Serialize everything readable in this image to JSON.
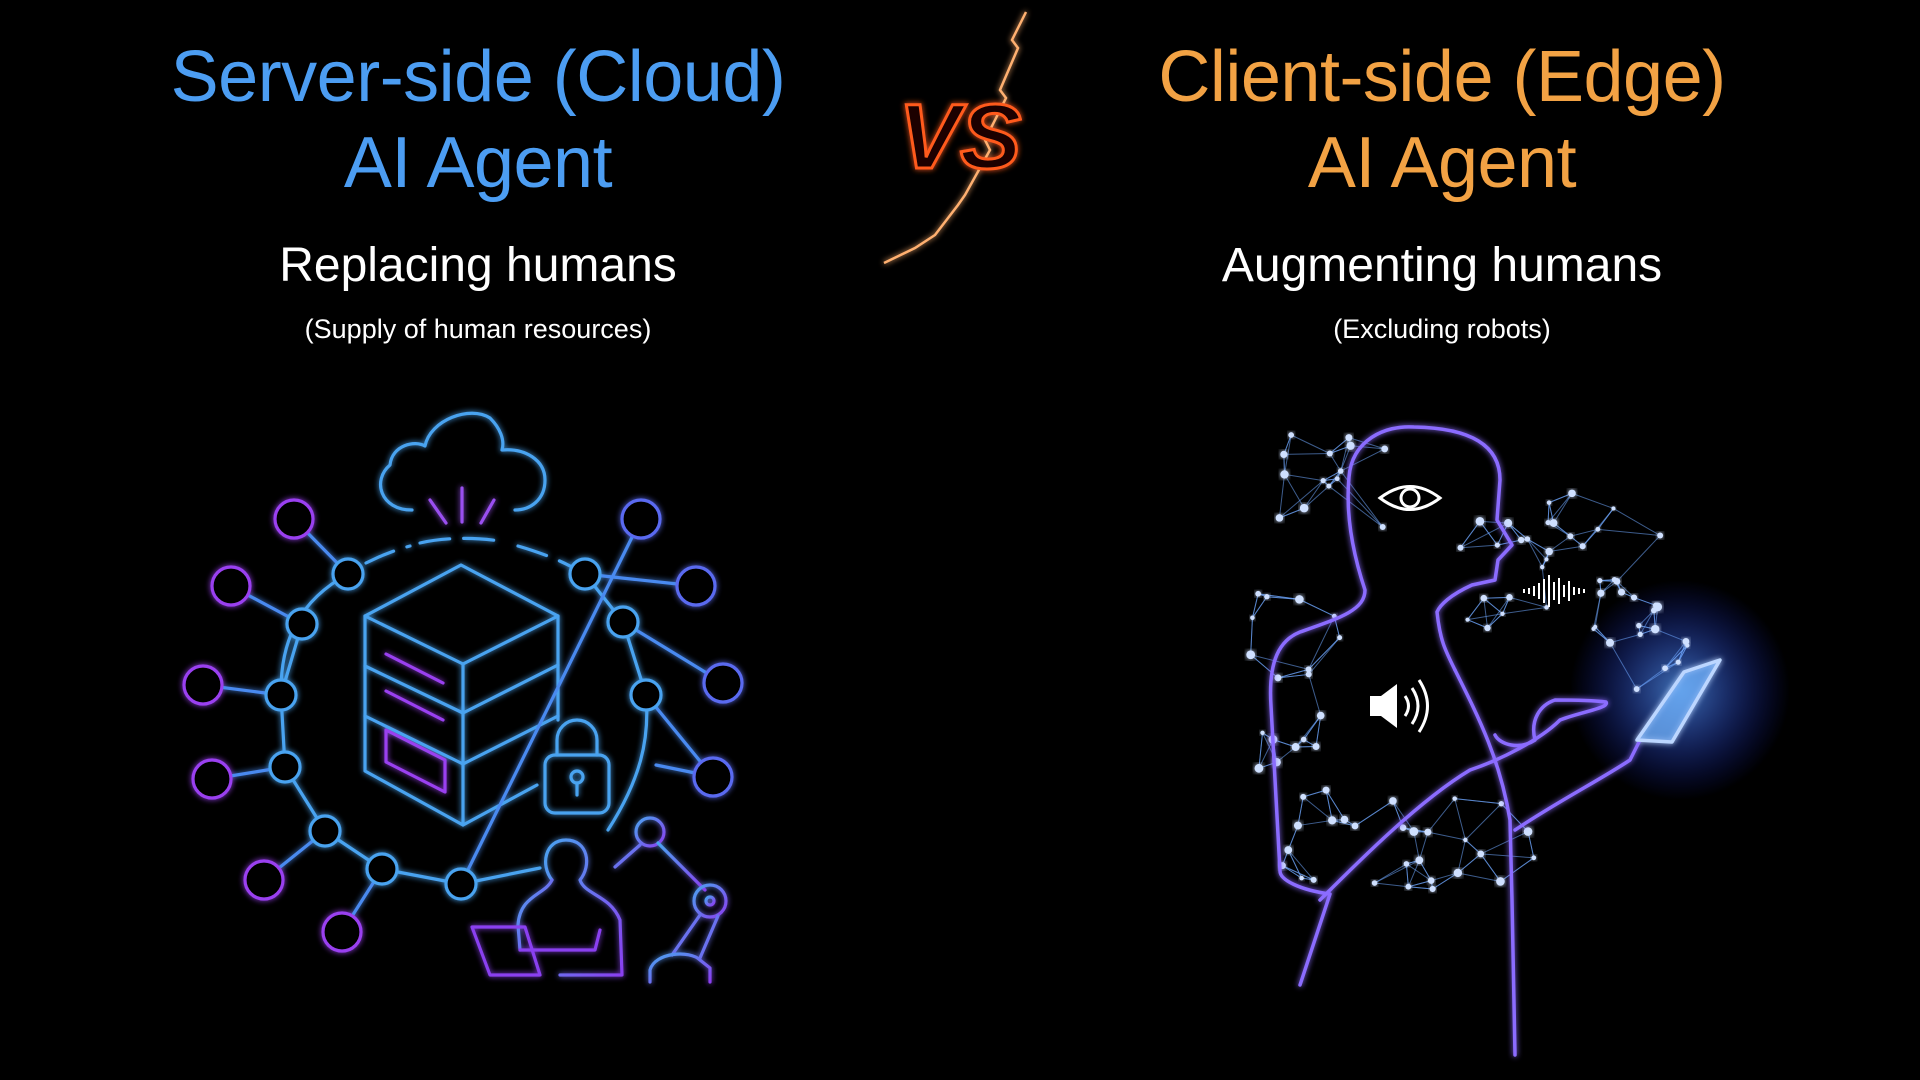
{
  "left": {
    "title_line1": "Server-side (Cloud)",
    "title_line2": "AI Agent",
    "subtitle": "Replacing humans",
    "note": "(Supply of human resources)",
    "color": "#4c9df2"
  },
  "right": {
    "title_line1": "Client-side (Edge)",
    "title_line2": "AI Agent",
    "subtitle": "Augmenting humans",
    "note": "(Excluding robots)",
    "color": "#f2a244"
  },
  "versus": {
    "label": "VS",
    "color": "#ff5a1f"
  },
  "illustrations": {
    "left": "cloud-server-network-icon",
    "right": "augmented-human-network-icon"
  }
}
